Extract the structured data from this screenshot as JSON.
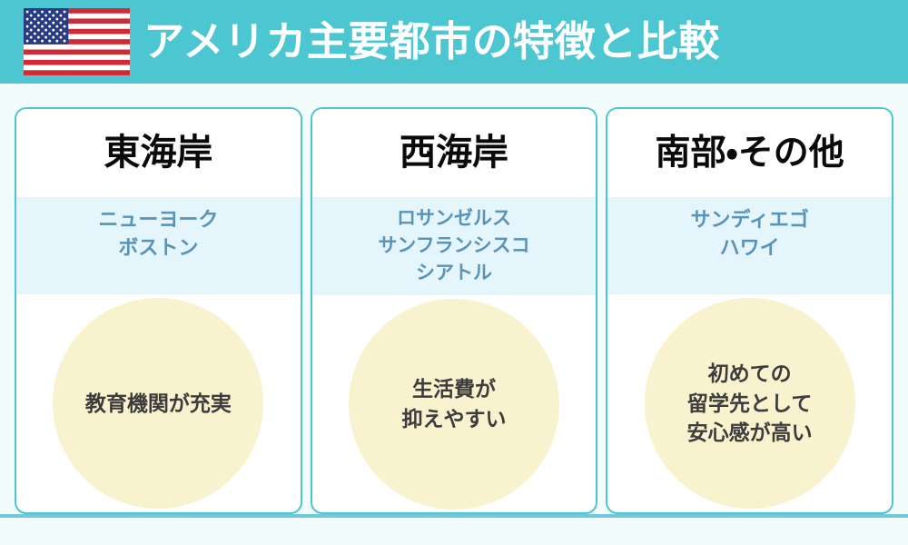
{
  "header": {
    "title": "アメリカ主要都市の特徴と比較",
    "flag_icon": "us-flag-icon",
    "background_color": "#4CC6D0",
    "title_color": "#FFFFFF"
  },
  "page": {
    "background_color": "#F2FCFC",
    "accent_color": "#4CC6D0",
    "city_band_color": "#E4F5FB",
    "city_text_color": "#5A93B8",
    "circle_color": "#F8F2CE",
    "feature_text_color": "#3C3C3C"
  },
  "cards": [
    {
      "title": "東海岸",
      "cities": [
        "ニューヨーク",
        "ボストン"
      ],
      "feature_lines": [
        "教育機関が充実"
      ]
    },
    {
      "title": "西海岸",
      "cities": [
        "ロサンゼルス",
        "サンフランシスコ",
        "シアトル"
      ],
      "feature_lines": [
        "生活費が",
        "抑えやすい"
      ]
    },
    {
      "title": "南部・その他",
      "cities": [
        "サンディエゴ",
        "ハワイ"
      ],
      "feature_lines": [
        "初めての",
        "留学先として",
        "安心感が高い"
      ]
    }
  ]
}
